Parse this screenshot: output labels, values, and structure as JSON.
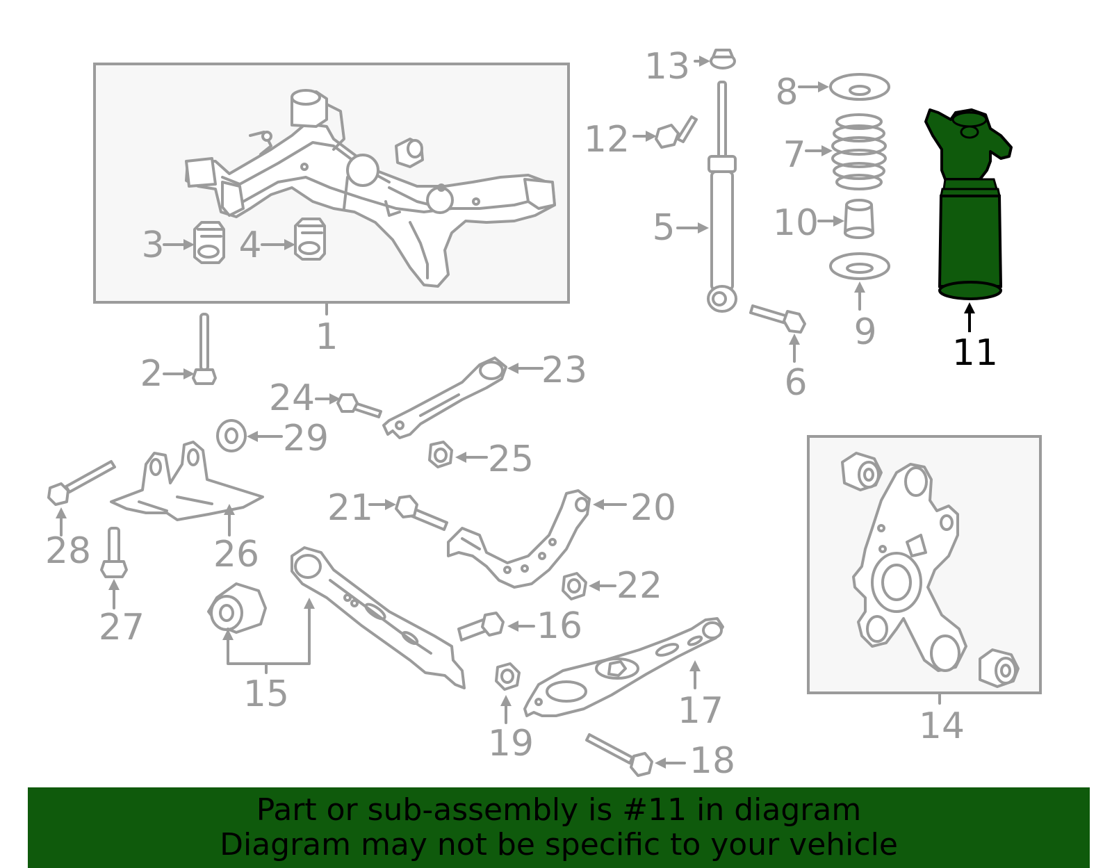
{
  "callouts": {
    "n1": "1",
    "n2": "2",
    "n3": "3",
    "n4": "4",
    "n5": "5",
    "n6": "6",
    "n7": "7",
    "n8": "8",
    "n9": "9",
    "n10": "10",
    "n11": "11",
    "n12": "12",
    "n13": "13",
    "n14": "14",
    "n15": "15",
    "n16": "16",
    "n17": "17",
    "n18": "18",
    "n19": "19",
    "n20": "20",
    "n21": "21",
    "n22": "22",
    "n23": "23",
    "n24": "24",
    "n25": "25",
    "n26": "26",
    "n27": "27",
    "n28": "28",
    "n29": "29"
  },
  "highlight": {
    "part": "11",
    "color": "#0f5a0c"
  },
  "banner": {
    "line1": "Part or sub-assembly is #11 in diagram",
    "line2": "Diagram may not be specific to your vehicle",
    "background": "#0f5a0c"
  }
}
